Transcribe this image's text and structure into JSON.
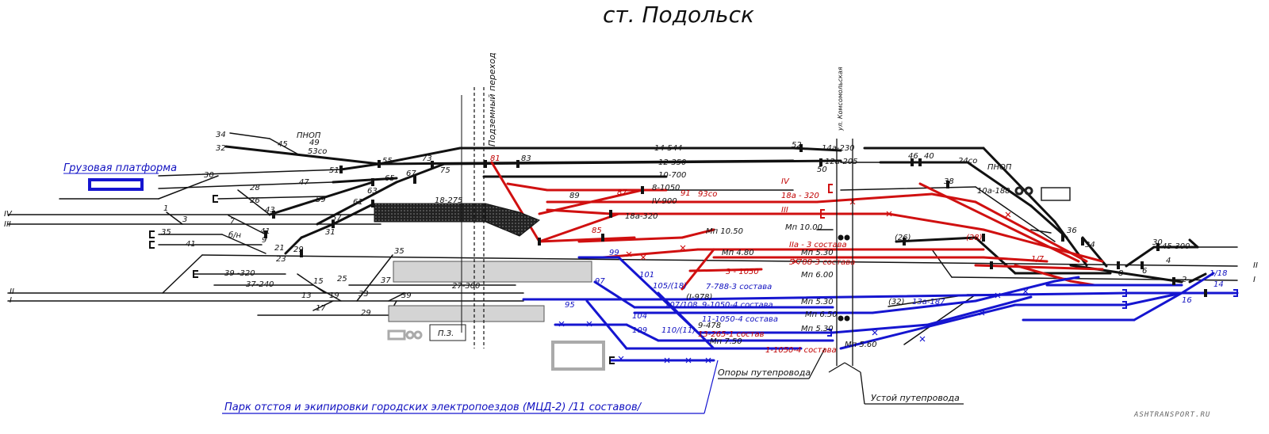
{
  "title": "ст. Подольск",
  "labels": {
    "underpass": "Подземный переход",
    "street": "ул. Комсомольская",
    "cargo_platform": "Грузовая платформа",
    "pnop_left": "ПНОП",
    "pnop_right": "ПНОП",
    "viaduct_supports": "Опоры путепровода",
    "viaduct_abutment": "Устой путепровода",
    "pz": "П.З.",
    "depot": "Парк отстоя и экипировки городских электропоездов (МЦД-2) /11 составов/",
    "watermark": "ASHTRANSPORT.RU"
  },
  "track_labels_black": {
    "t14_544": "14-544",
    "t12_350": "12-350",
    "t10_700": "10-700",
    "t8_1050": "8-1050",
    "tIV_900": "IV-900",
    "t18_275": "18-275",
    "t27_300": "27-300",
    "t39_320": "39 -320",
    "t37_240": "37-240",
    "t14a_230": "14а-230",
    "t12a_205": "12а-205",
    "t10a_188": "10а-188",
    "t45_300": "45-300",
    "t29": "29",
    "t34": "34",
    "t32": "32",
    "t30": "30",
    "t28": "28",
    "t26": "26",
    "t35": "35",
    "t41": "41",
    "tIV_l": "IV",
    "tIII_l": "III",
    "tII_l": "II",
    "tI_l": "I",
    "tII_r": "II",
    "tI_r": "I",
    "t24co": "24со",
    "t53co": "53со",
    "t18a": "18а-320",
    "mn1050": "Мп 10.50",
    "mn480": "Мп 4.80",
    "mn530a": "Мп 5.30",
    "mn1000": "Мп 10.00",
    "mn600": "Мп 6.00",
    "mn530b": "Мп 5.30",
    "mn650": "Мп 6.50",
    "mn530c": "Мп 5.30",
    "mn560": "Мп 5.60",
    "mn750": "Мп 7.50",
    "bn": "б/н"
  },
  "track_labels_red": {
    "r_IV": "IV",
    "r_III": "III",
    "r_18a_320": "18а - 320",
    "r_IIa": "IIа - 3 состава",
    "r_5_788": "5-788-3 состава",
    "r_3_1050": "3 - 1050",
    "r_93co": "93со",
    "r_87": "87",
    "r_91": "91",
    "r_85": "85",
    "r_81": "81",
    "r_1_7": "1/7",
    "r_26": "(26)",
    "r_28": "(28)"
  },
  "track_labels_blue": {
    "b_7_788": "7-788-3 состава",
    "b_1_978": "(I-978)",
    "b_9_1050": "9-1050-4 состава",
    "b_11_1050": "11-1050-4 состава",
    "b_9_478": "9-478",
    "b_13_265": "13-265-1 состав",
    "b_1050_4": "1-1050-4 состава",
    "b_99": "99",
    "b_101": "101",
    "b_97": "97",
    "b_95": "95",
    "b_104": "104",
    "b_109": "109",
    "b_105": "105/(18)",
    "b_107": "107/108",
    "b_110": "110/(11)",
    "b_1_18": "1/18",
    "b_14": "14",
    "b_16": "16",
    "b_32": "(32)",
    "b_13a": "13а-187"
  },
  "switch_numbers": [
    "1",
    "3",
    "7",
    "9",
    "21",
    "23",
    "29",
    "43",
    "41",
    "31",
    "57",
    "59",
    "61",
    "63",
    "65",
    "67",
    "73",
    "75",
    "55",
    "51",
    "47",
    "45",
    "49",
    "83",
    "89",
    "15",
    "13",
    "25",
    "19",
    "17",
    "33",
    "37",
    "39",
    "35",
    "52",
    "50",
    "46",
    "40",
    "38",
    "36",
    "34",
    "30",
    "4",
    "6",
    "8",
    "2"
  ],
  "colors": {
    "black_track": "#111111",
    "red_track": "#d01010",
    "blue_track": "#1515d0",
    "platform_gray": "#d4d4d4",
    "hatched": "#333333"
  }
}
